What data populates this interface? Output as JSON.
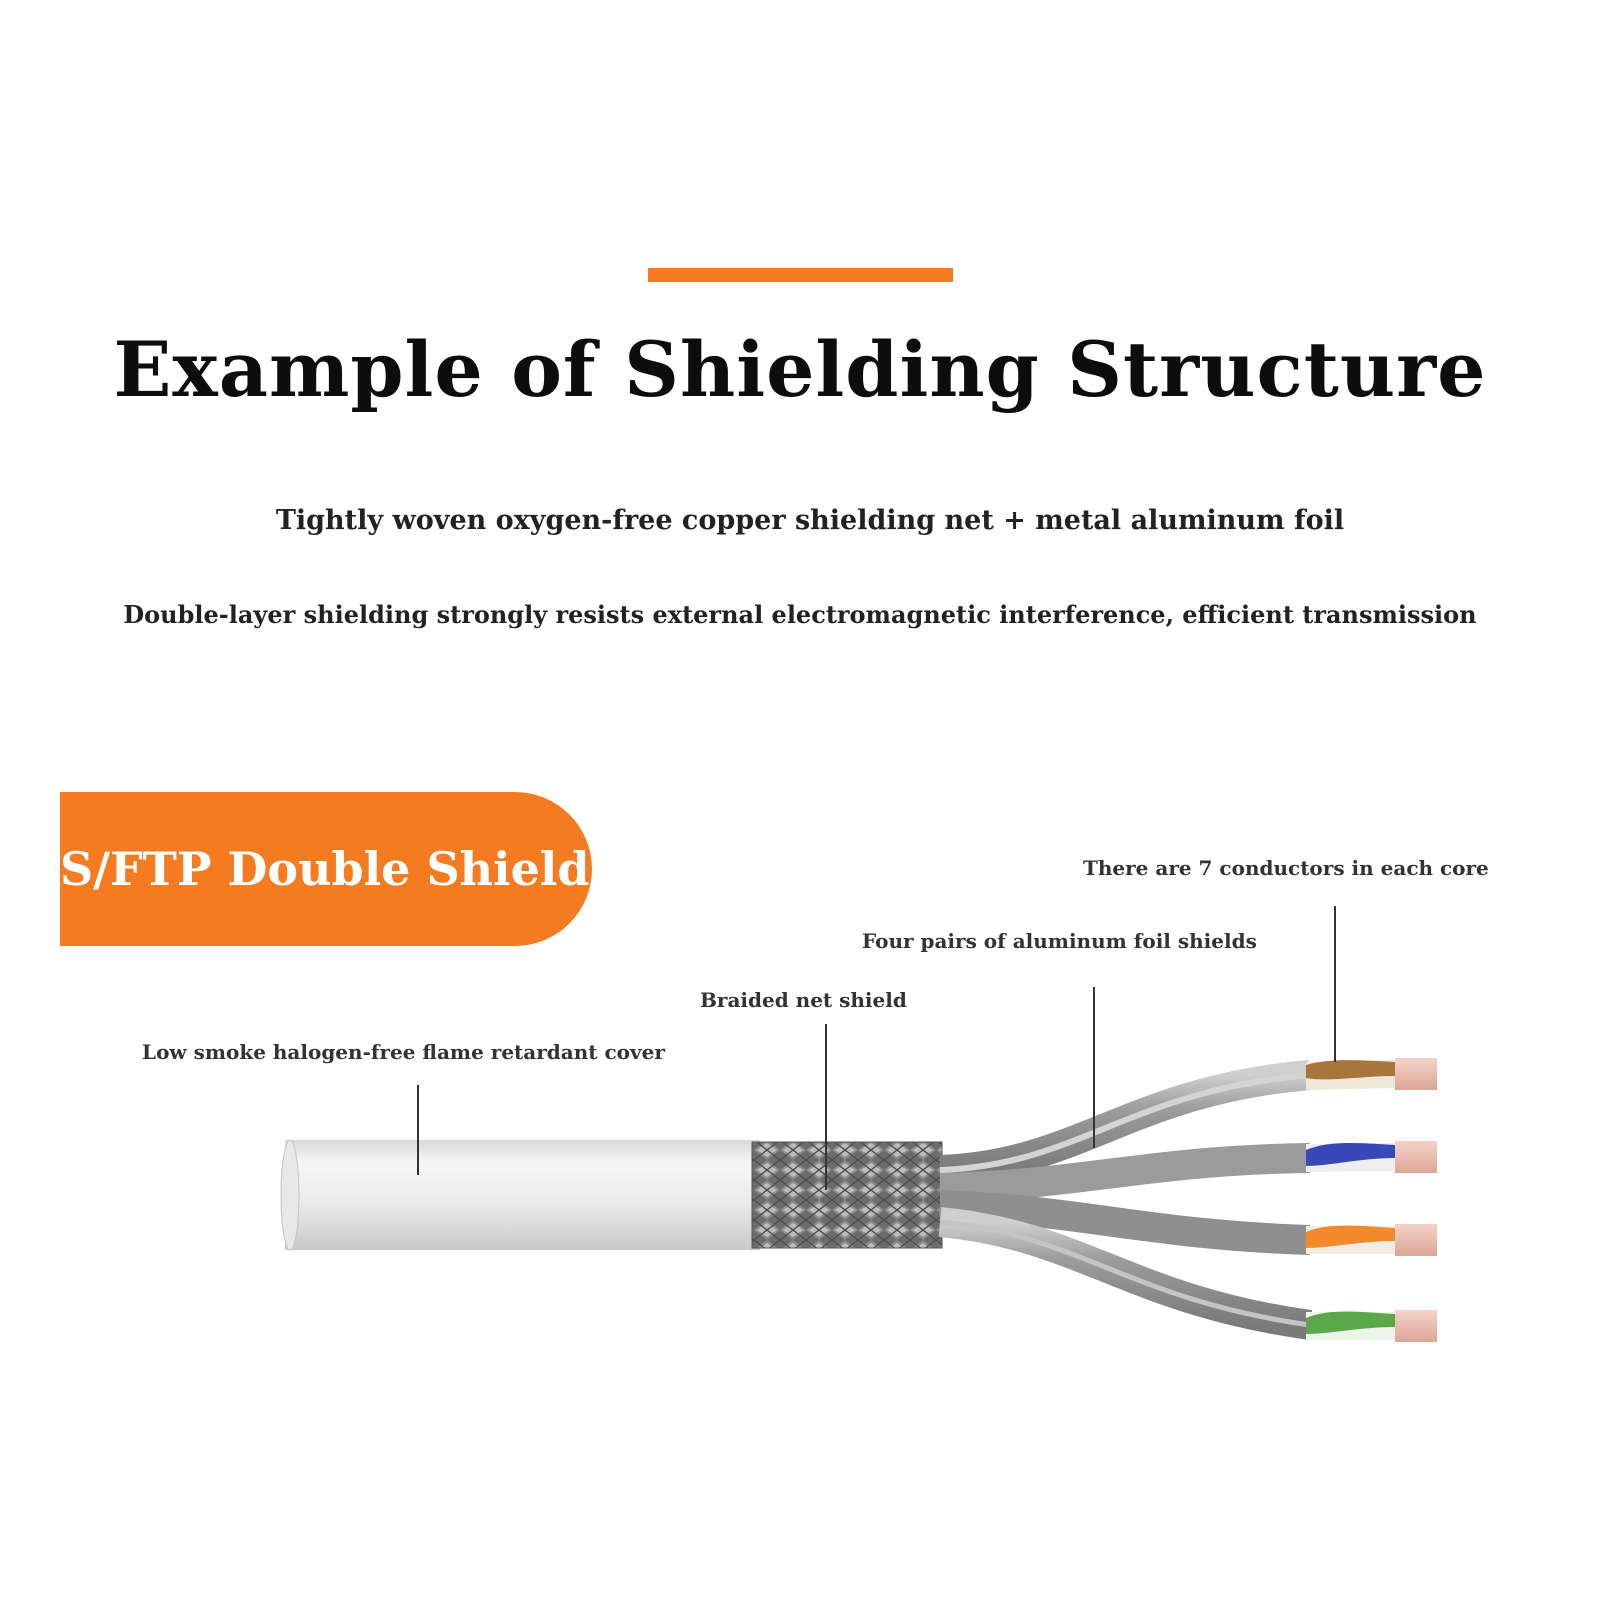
{
  "header": {
    "title": "Example of Shielding Structure",
    "subtitle_1": "Tightly woven oxygen-free copper shielding net + metal aluminum foil",
    "subtitle_2": "Double-layer shielding strongly resists external electromagnetic interference, efficient transmission",
    "accent_color": "#f47b20"
  },
  "badge": {
    "label": "S/FTP Double Shield",
    "color": "#f47b20"
  },
  "callouts": {
    "cover": "Low smoke halogen-free flame retardant cover",
    "braid": "Braided net shield",
    "foil": "Four pairs of aluminum foil shields",
    "conductors": "There are 7 conductors in each core"
  },
  "pair_colors": [
    "#a8753f",
    "#3848b8",
    "#f08a2c",
    "#5aa84a"
  ]
}
